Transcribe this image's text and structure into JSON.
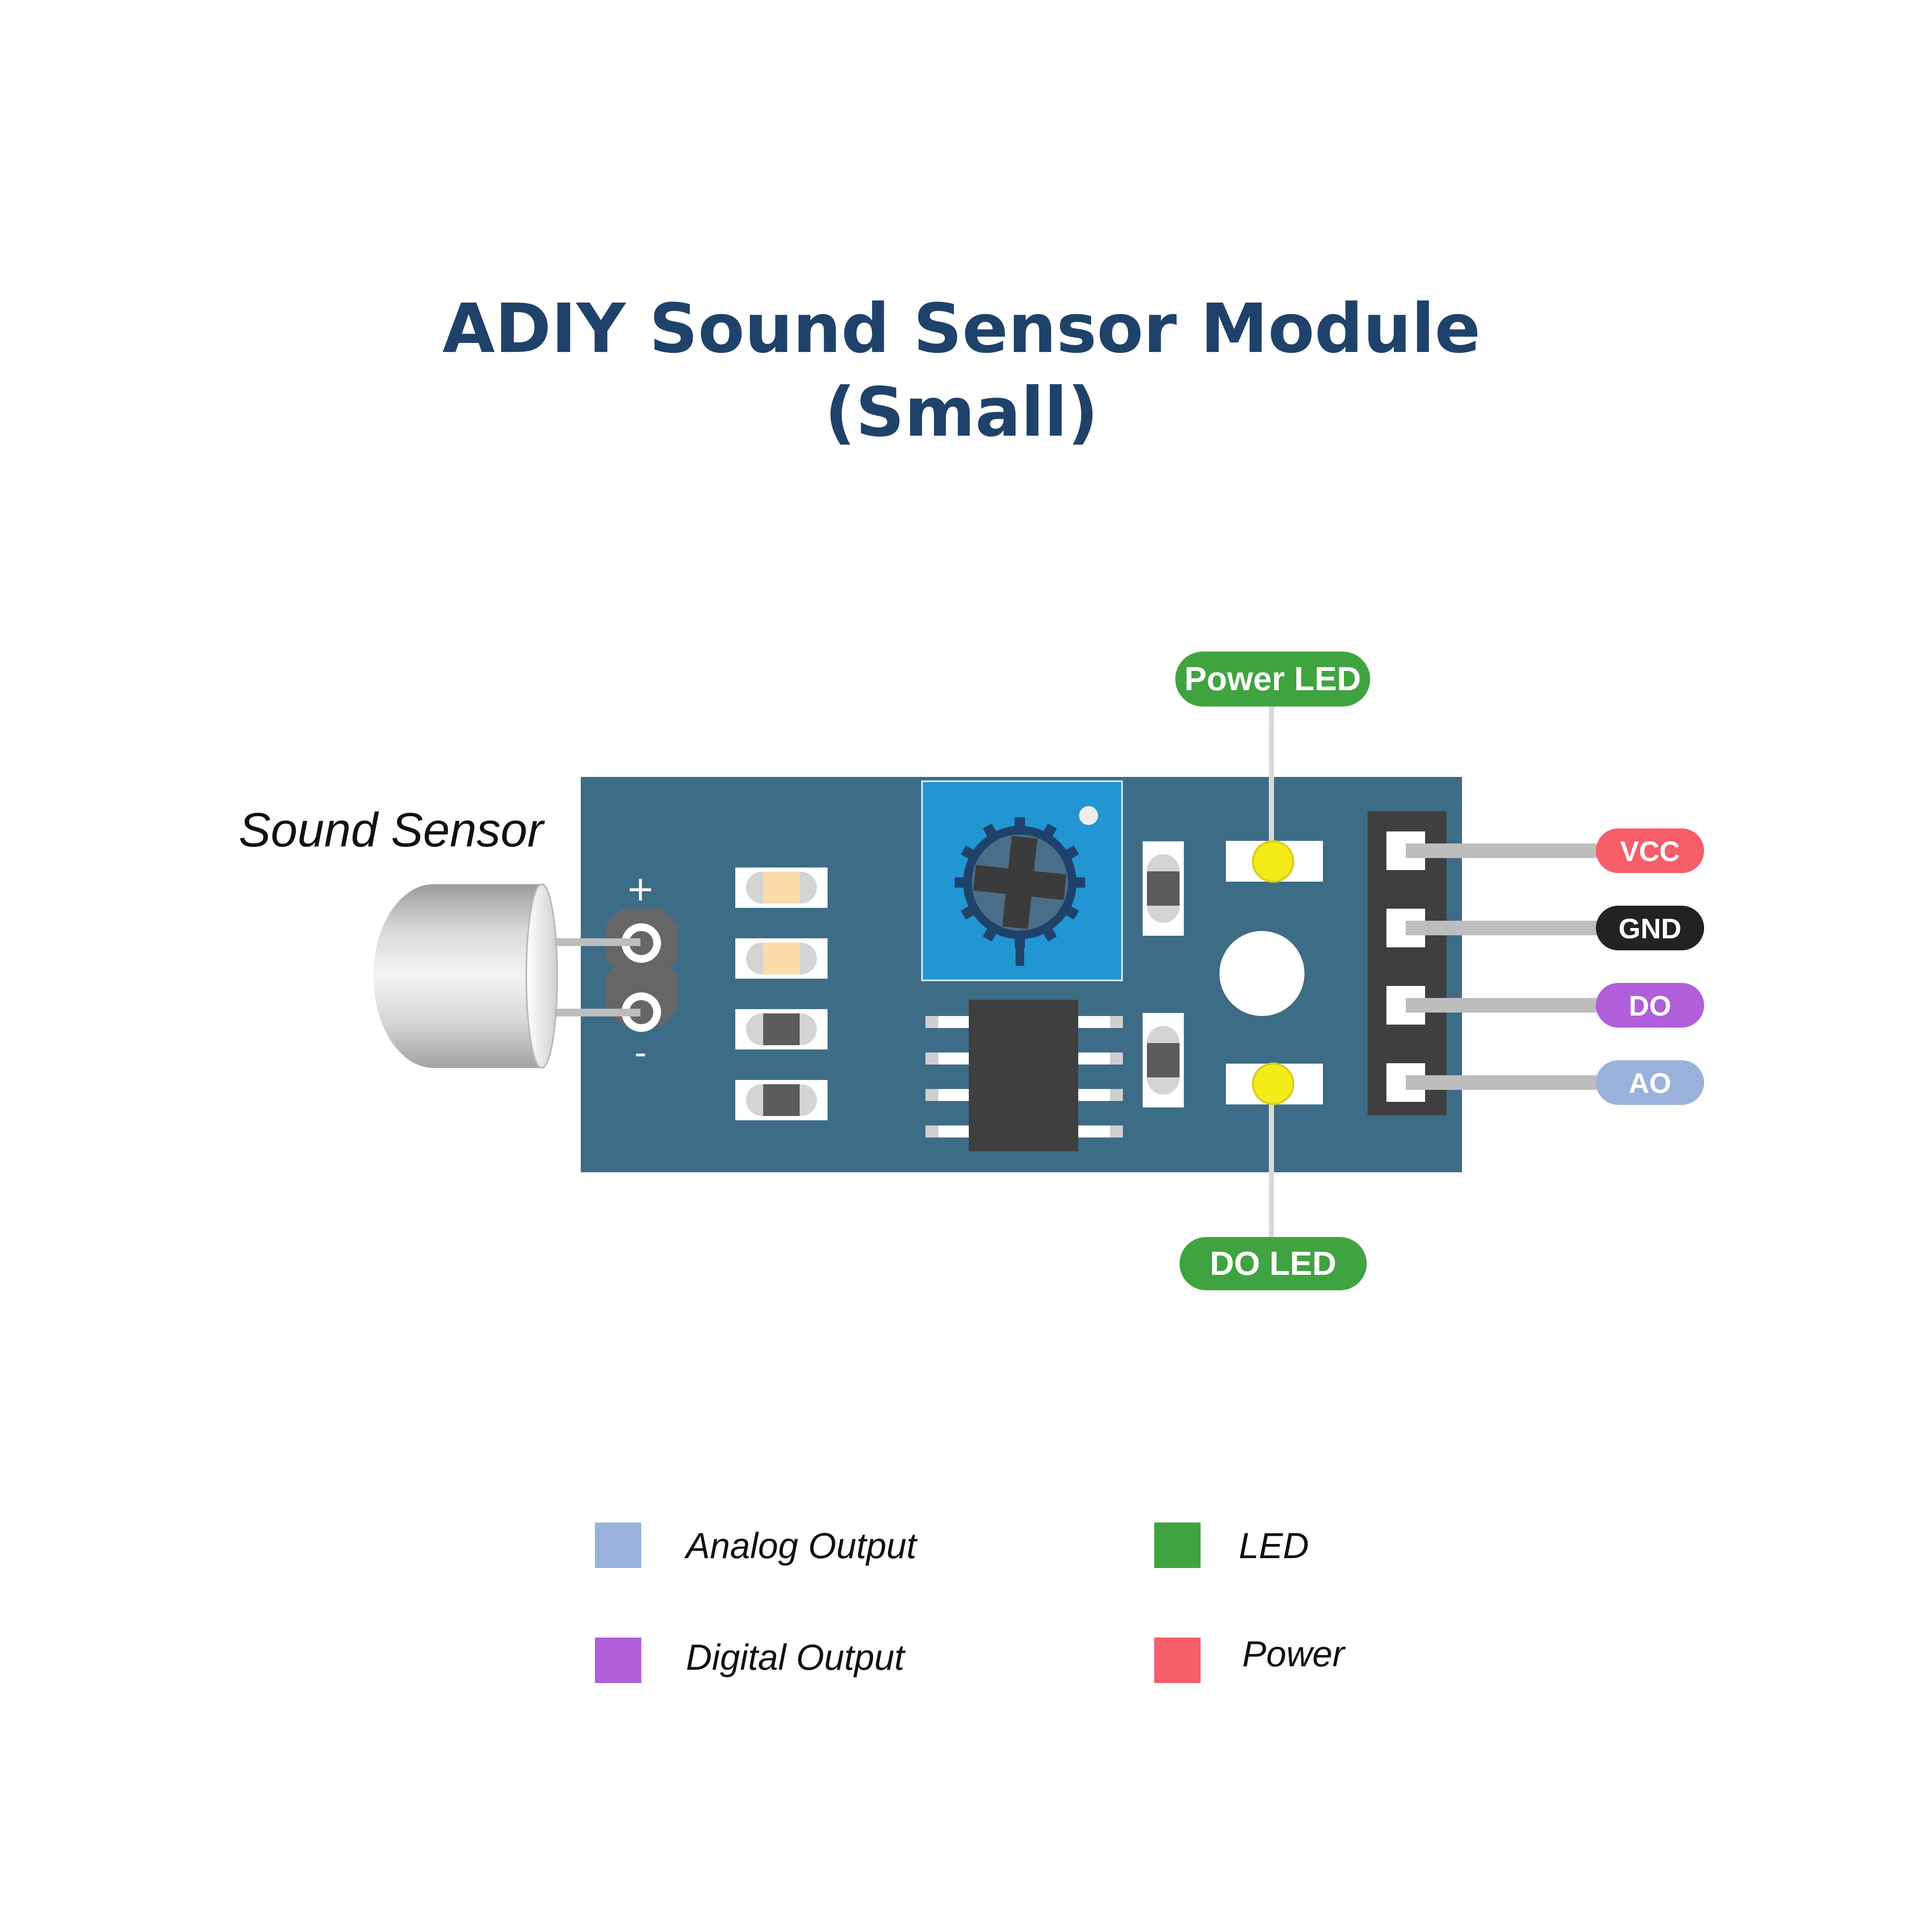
{
  "title": {
    "line1": "ADIY Sound Sensor Module",
    "line2": "(Small)"
  },
  "sensor_label": "Sound Sensor",
  "mic_pins": {
    "plus": "+",
    "minus": "-"
  },
  "led_callouts": {
    "power_led": "Power LED",
    "do_led": "DO LED",
    "color": "#3fa43f",
    "led_color": "#f4ec19"
  },
  "pins": [
    {
      "label": "VCC",
      "color": "#f85d6a"
    },
    {
      "label": "GND",
      "color": "#222222"
    },
    {
      "label": "DO",
      "color": "#b05ed9"
    },
    {
      "label": "AO",
      "color": "#9ab2db"
    }
  ],
  "legend": [
    {
      "label": "Analog Output",
      "color": "#9ab2db"
    },
    {
      "label": "LED",
      "color": "#3fa43f"
    },
    {
      "label": "Digital Output",
      "color": "#b05ed9"
    },
    {
      "label": "Power",
      "color": "#f85d6a"
    }
  ],
  "board": {
    "pcb_color": "#3d6c87",
    "pot_color": "#2196d3"
  }
}
